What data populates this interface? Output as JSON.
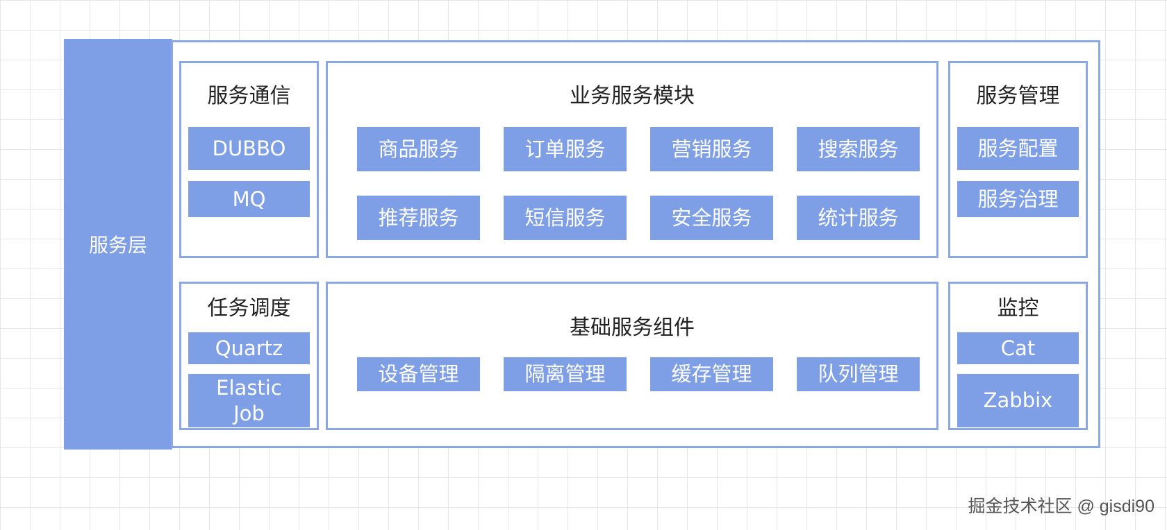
{
  "layer": "服务层",
  "communication": {
    "title": "服务通信",
    "items": [
      "DUBBO",
      "MQ"
    ]
  },
  "business": {
    "title": "业务服务模块",
    "items": [
      "商品服务",
      "订单服务",
      "营销服务",
      "搜索服务",
      "推荐服务",
      "短信服务",
      "安全服务",
      "统计服务"
    ]
  },
  "management": {
    "title": "服务管理",
    "items": [
      "服务配置",
      "服务治理"
    ]
  },
  "scheduling": {
    "title": "任务调度",
    "items": [
      "Quartz",
      "Elastic\nJob"
    ]
  },
  "foundation": {
    "title": "基础服务组件",
    "items": [
      "设备管理",
      "隔离管理",
      "缓存管理",
      "队列管理"
    ]
  },
  "monitoring": {
    "title": "监控",
    "items": [
      "Cat",
      "Zabbix"
    ]
  },
  "watermark": "掘金技术社区 @ gisdi90",
  "colors": {
    "accent": "#7e9fe6",
    "border": "#8aa8e6",
    "chip_text": "#ffffff"
  }
}
